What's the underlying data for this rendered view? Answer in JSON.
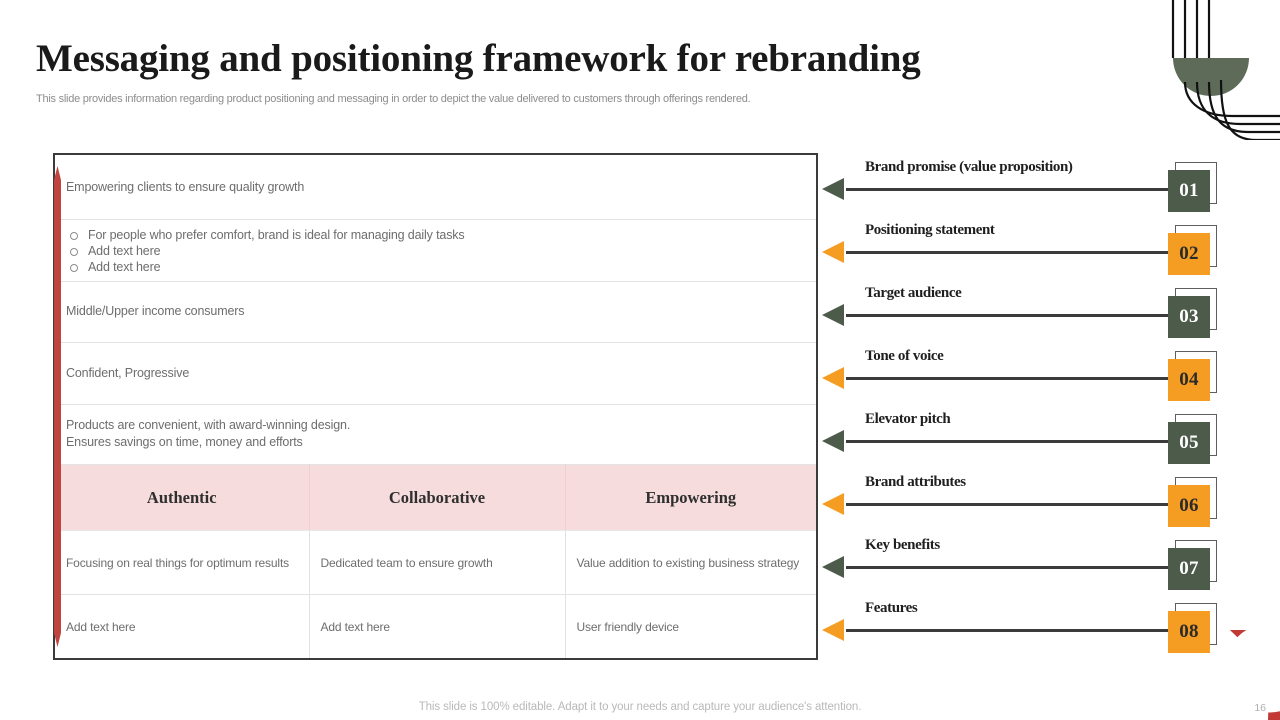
{
  "header": {
    "title": "Messaging and positioning framework for rebranding",
    "subtitle": "This slide provides information regarding product positioning and messaging in order to depict the value delivered to customers through offerings rendered."
  },
  "colors": {
    "green": "#4d5b4a",
    "orange": "#f59c23",
    "red_accent": "#c1453f",
    "table_header_bg": "#f6dcdc",
    "frame": "#3b3b3b",
    "body_text": "#6d6d6d"
  },
  "left_panel": {
    "rows": [
      {
        "text": "Empowering clients to ensure quality growth"
      },
      {
        "bullets": [
          "For people who prefer comfort, brand is ideal for managing daily tasks",
          "Add text here",
          "Add text here"
        ]
      },
      {
        "text": "Middle/Upper income consumers"
      },
      {
        "text": "Confident,   Progressive"
      },
      {
        "line1": "Products are convenient, with award-winning  design.",
        "line2": "Ensures savings on time, money and efforts"
      }
    ],
    "table": {
      "headers": [
        "Authentic",
        "Collaborative",
        "Empowering"
      ],
      "rows": [
        [
          "Focusing on real things for optimum results",
          "Dedicated team to ensure growth",
          "Value addition to existing business strategy"
        ],
        [
          "Add text here",
          "Add text here",
          "User friendly device"
        ]
      ]
    }
  },
  "right_list": {
    "items": [
      {
        "number": "01",
        "label": "Brand promise (value proposition)",
        "color": "green"
      },
      {
        "number": "02",
        "label": "Positioning statement",
        "color": "orange"
      },
      {
        "number": "03",
        "label": "Target audience",
        "color": "green"
      },
      {
        "number": "04",
        "label": "Tone of voice",
        "color": "orange"
      },
      {
        "number": "05",
        "label": "Elevator pitch",
        "color": "green"
      },
      {
        "number": "06",
        "label": "Brand attributes",
        "color": "orange"
      },
      {
        "number": "07",
        "label": "Key benefits",
        "color": "green"
      },
      {
        "number": "08",
        "label": "Features",
        "color": "orange"
      }
    ]
  },
  "footer": {
    "note": "This slide is 100% editable. Adapt it to your needs and capture your audience's attention.",
    "page_number": "16"
  }
}
